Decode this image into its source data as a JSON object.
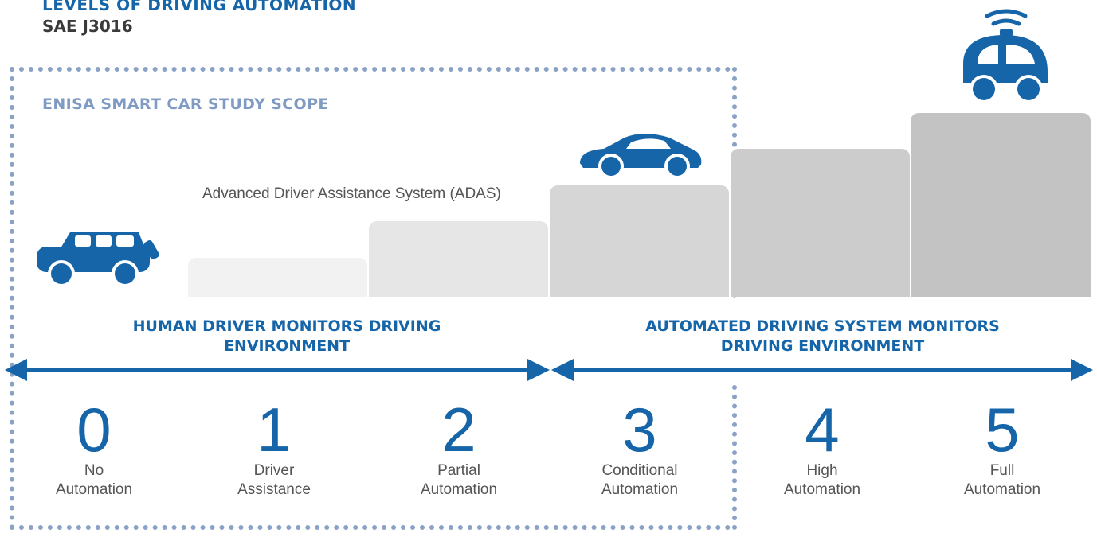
{
  "header": {
    "title": "LEVELS OF DRIVING AUTOMATION",
    "subtitle": "SAE J3016"
  },
  "scope": {
    "label": "ENISA SMART CAR STUDY SCOPE"
  },
  "adas_label": "Advanced Driver Assistance System (ADAS)",
  "monitoring": {
    "human": "HUMAN DRIVER MONITORS DRIVING ENVIRONMENT",
    "system": "AUTOMATED DRIVING SYSTEM MONITORS DRIVING ENVIRONMENT"
  },
  "levels": [
    {
      "number": "0",
      "name_line1": "No",
      "name_line2": "Automation"
    },
    {
      "number": "1",
      "name_line1": "Driver",
      "name_line2": "Assistance"
    },
    {
      "number": "2",
      "name_line1": "Partial",
      "name_line2": "Automation"
    },
    {
      "number": "3",
      "name_line1": "Conditional",
      "name_line2": "Automation"
    },
    {
      "number": "4",
      "name_line1": "High",
      "name_line2": "Automation"
    },
    {
      "number": "5",
      "name_line1": "Full",
      "name_line2": "Automation"
    }
  ],
  "icons": [
    "suv-icon",
    "sports-car-icon",
    "autonomous-pod-icon"
  ],
  "colors": {
    "accent_blue": "#1565a8",
    "scope_dots": "#8aa2c6",
    "step_grays": [
      "#f2f2f2",
      "#e6e6e6",
      "#d6d6d6",
      "#cccccc",
      "#c3c3c3"
    ]
  }
}
